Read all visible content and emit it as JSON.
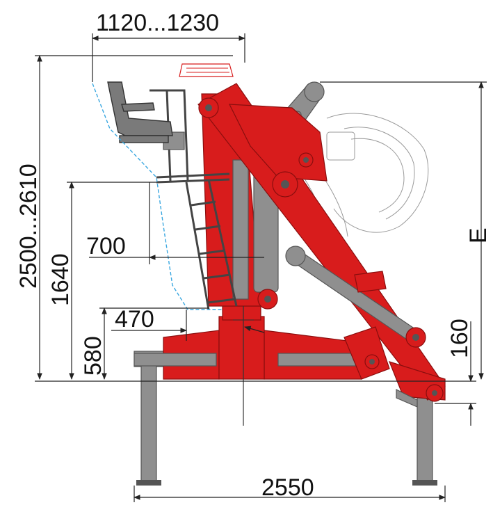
{
  "dimensions": {
    "top_width": "1120...1230",
    "overall_height": "2500...2610",
    "platform_height": "1640",
    "platform_offset": "700",
    "base_offset": "470",
    "base_height": "580",
    "boom_height": "E",
    "leg_extension": "160",
    "leg_spread": "2550"
  },
  "colors": {
    "crane_red": "#d81c1c",
    "frame_grey": "#8f8f8f",
    "seat_dark": "#7a7a7a",
    "outline_blue": "#3aa7e0"
  }
}
